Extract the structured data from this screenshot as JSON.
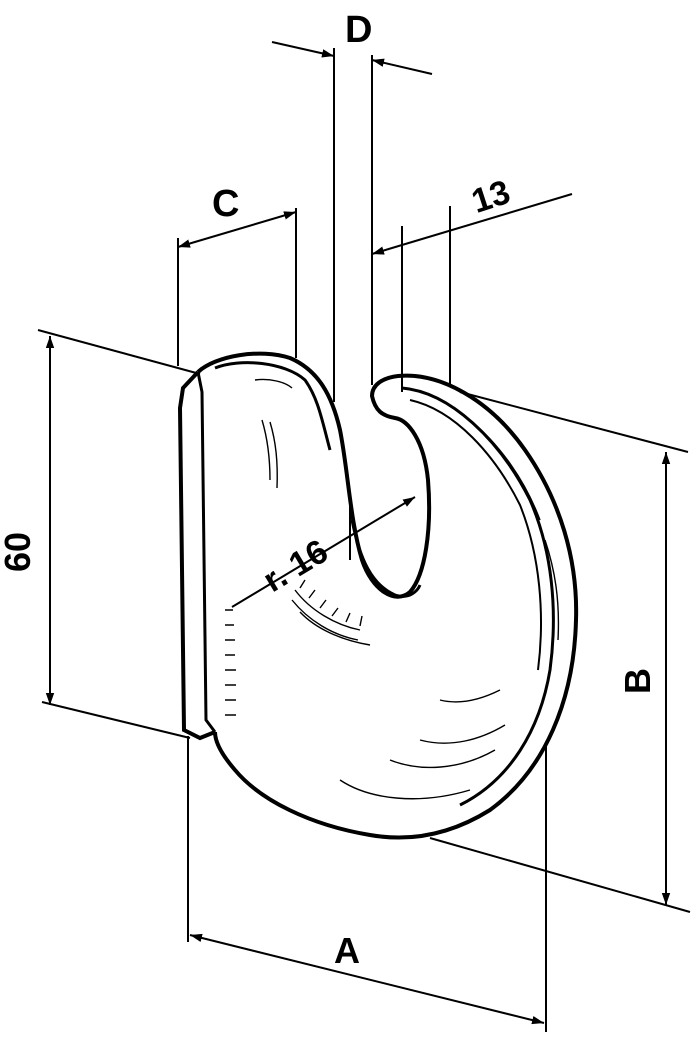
{
  "labels": {
    "d": "D",
    "c": "C",
    "thirteen": "13",
    "sixty": "60",
    "radius": "r. 16",
    "b": "B",
    "a": "A"
  }
}
